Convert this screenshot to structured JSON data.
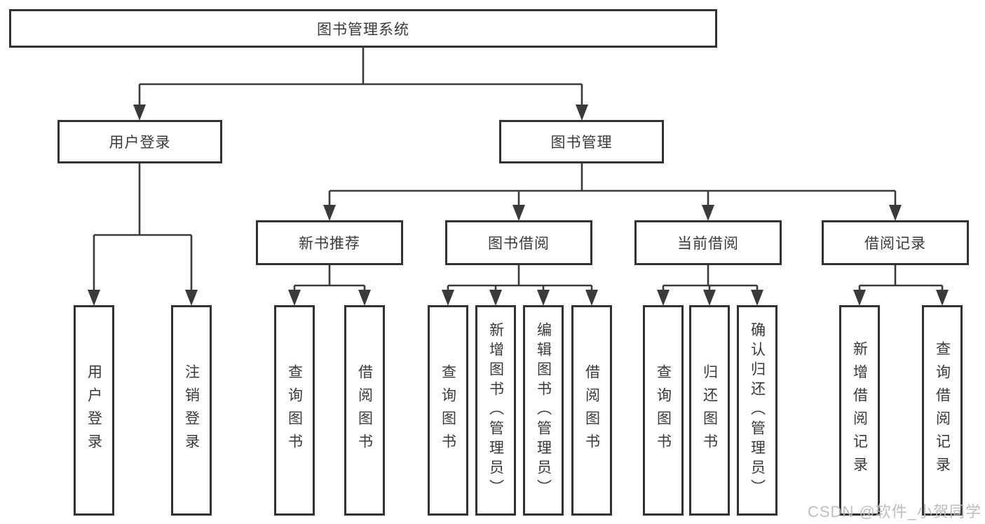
{
  "tree": {
    "root": "图书管理系统",
    "user_login": {
      "label": "用户登录",
      "children": {
        "login": "用户登录",
        "logout": "注销登录"
      }
    },
    "book_mgmt": {
      "label": "图书管理",
      "new_books": {
        "label": "新书推荐",
        "children": {
          "query": "查询图书",
          "borrow": "借阅图书"
        }
      },
      "borrowing": {
        "label": "图书借阅",
        "children": {
          "query": "查询图书",
          "add": "新增图书（管理员）",
          "edit": "编辑图书（管理员）",
          "borrow": "借阅图书"
        }
      },
      "current": {
        "label": "当前借阅",
        "children": {
          "query": "查询图书",
          "return": "归还图书",
          "confirm": "确认归还（管理员）"
        }
      },
      "records": {
        "label": "借阅记录",
        "children": {
          "add": "新增借阅记录",
          "query": "查询借阅记录"
        }
      }
    }
  },
  "watermark": "CSDN @软件_小贺同学",
  "colors": {
    "line": "#3a3a3a",
    "box_border": "#333333",
    "text": "#3a3a3a",
    "watermark": "#bbbbbb",
    "background": "#ffffff"
  }
}
